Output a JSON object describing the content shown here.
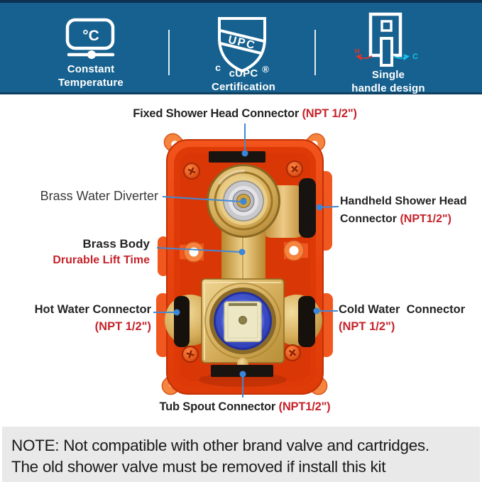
{
  "banner": {
    "features": [
      {
        "name": "constant-temperature",
        "icon_text": "°C",
        "line1": "Constant",
        "line2": "Temperature"
      },
      {
        "name": "cupc-certification",
        "icon_text": "UPC",
        "icon_left": "c",
        "icon_right": "®",
        "line1": "cUPC",
        "line2": "Certification"
      },
      {
        "name": "single-handle-design",
        "hot_letter": "H",
        "cold_letter": "C",
        "line1": "Single",
        "line2": "handle design"
      }
    ]
  },
  "labels": {
    "fixed_head": {
      "text": "Fixed Shower Head Connector",
      "npt": "(NPT 1/2\")"
    },
    "diverter": {
      "text": "Brass Water Diverter"
    },
    "handheld": {
      "line1": "Handheld Shower Head",
      "line2": "Connector",
      "npt": "(NPT1/2\")"
    },
    "brass_body": {
      "text": "Brass Body",
      "sub": "Drurable Lift Time"
    },
    "hot": {
      "text": "Hot Water Connector",
      "npt": "(NPT 1/2\")"
    },
    "cold": {
      "text": "Cold Water  Connector",
      "npt": "(NPT 1/2\")"
    },
    "tub": {
      "text": "Tub Spout Connector",
      "npt": "(NPT1/2\")"
    }
  },
  "note": {
    "line1": "NOTE: Not compatible with other brand valve and cartridges.",
    "line2": "The old shower valve must be removed if install this kit"
  },
  "colors": {
    "banner_bg": "#16618f",
    "banner_border": "#0d3153",
    "accent_red": "#c5242b",
    "callout_blue": "#4288d5",
    "valve_orange": "#e8430e",
    "brass": "#d4a855",
    "cartridge_blue": "#2e41c4",
    "note_bg": "#e9e9e9",
    "hot_arrow": "#e63228",
    "cold_arrow": "#17c3ea"
  }
}
